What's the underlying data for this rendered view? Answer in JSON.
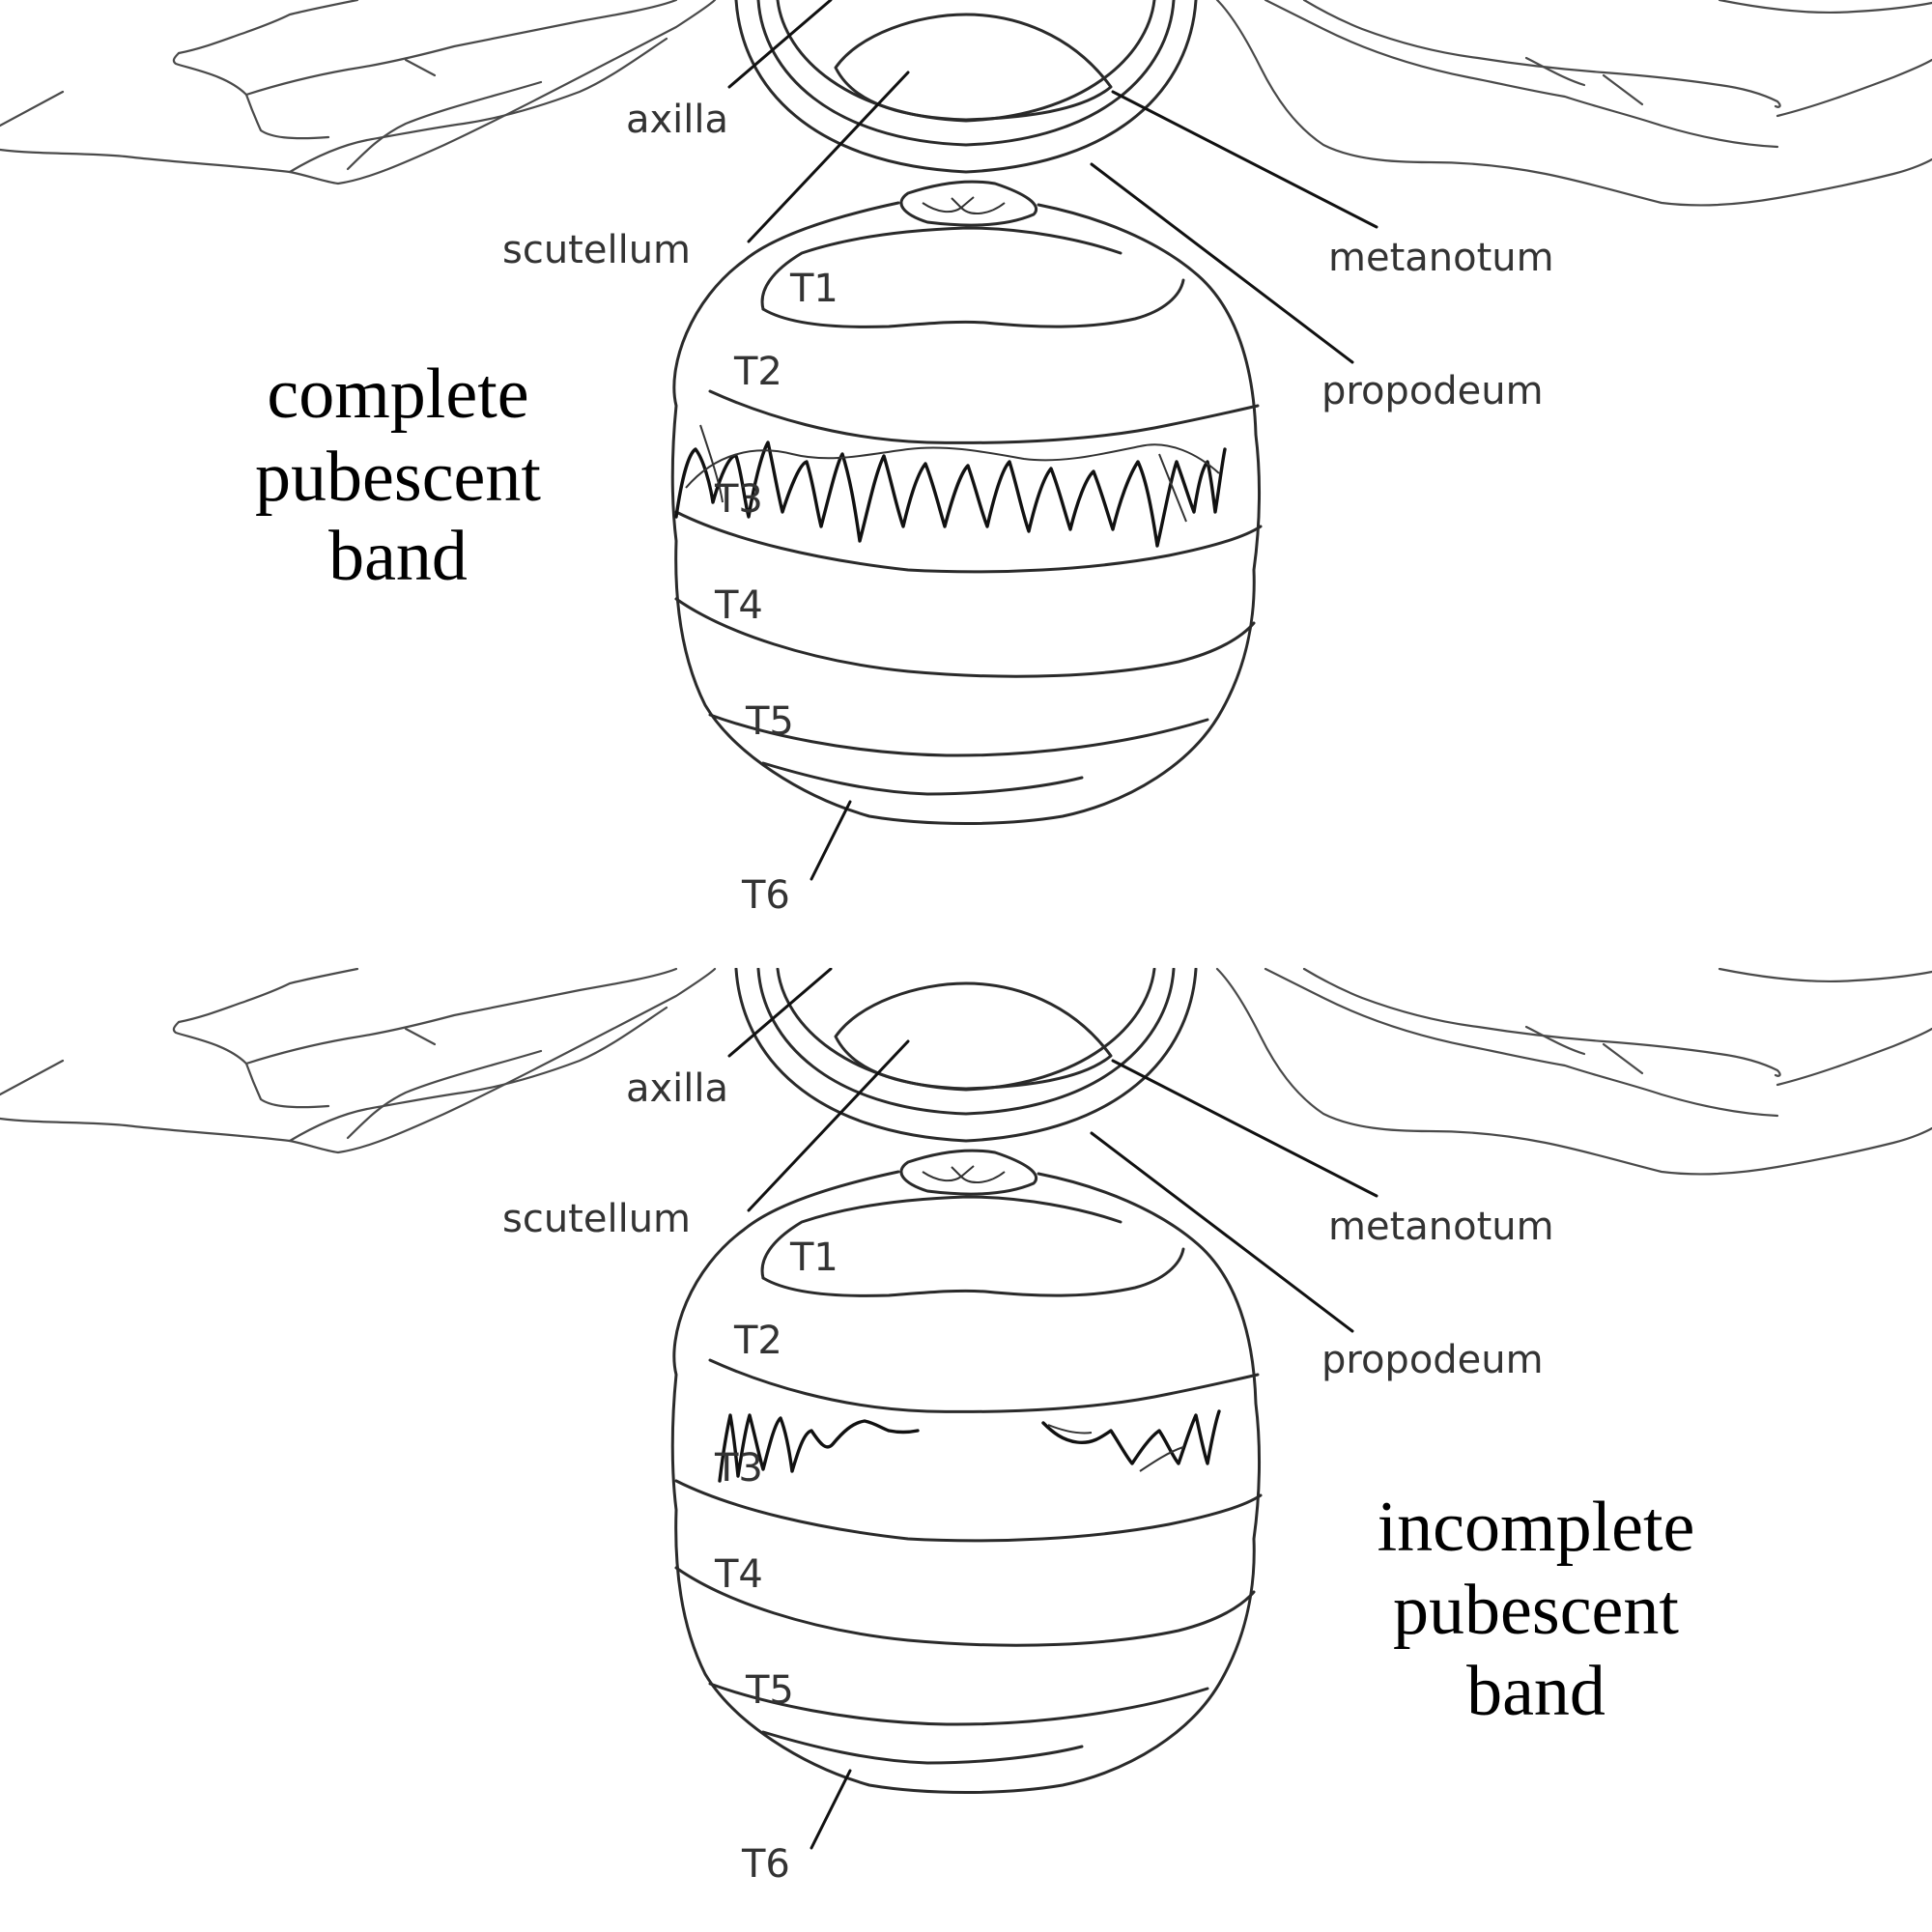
{
  "panels": [
    {
      "labels": {
        "axilla": "axilla",
        "scutellum": "scutellum",
        "metanotum": "metanotum",
        "propodeum": "propodeum",
        "t1": "T1",
        "t2": "T2",
        "t3": "T3",
        "t4": "T4",
        "t5": "T5",
        "t6": "T6"
      },
      "caption": [
        "complete",
        "pubescent",
        "band"
      ]
    },
    {
      "labels": {
        "axilla": "axilla",
        "scutellum": "scutellum",
        "metanotum": "metanotum",
        "propodeum": "propodeum",
        "t1": "T1",
        "t2": "T2",
        "t3": "T3",
        "t4": "T4",
        "t5": "T5",
        "t6": "T6"
      },
      "caption": [
        "incomplete",
        "pubescent",
        "band"
      ]
    }
  ]
}
